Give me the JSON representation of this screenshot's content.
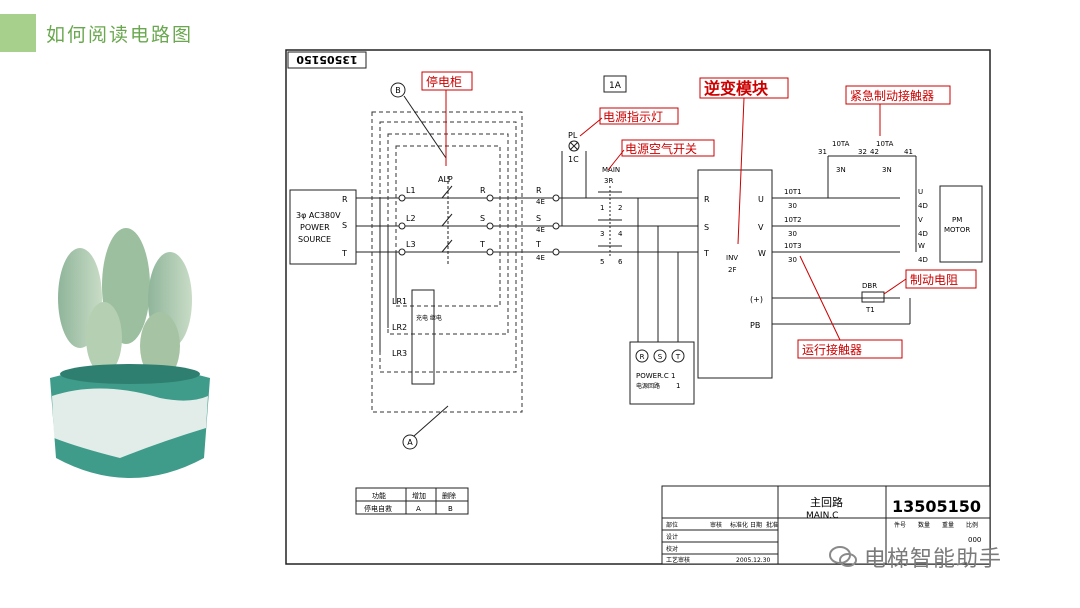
{
  "slide": {
    "title": "如何阅读电路图",
    "accent_color": "#a8d08d",
    "title_color": "#6aa84f",
    "decoration": "potted-cactus-watercolor"
  },
  "drawing": {
    "number_top": "13505150",
    "sheet_tag": "1A",
    "source": {
      "line1": "3φ AC380V",
      "line2": "POWER",
      "line3": "SOURCE"
    },
    "phases": [
      "R",
      "S",
      "T"
    ],
    "cabinet_lines": [
      "L1",
      "L2",
      "L3"
    ],
    "alp": "ALP",
    "bubble_top": "B",
    "bubble_bottom": "A",
    "terminals_4e": [
      "4E",
      "4E",
      "4E"
    ],
    "pl_label": "PL",
    "pl_code": "1C",
    "main_label": "MAIN",
    "main_code": "3R",
    "main_contacts": [
      "1",
      "2",
      "3",
      "4",
      "5",
      "6"
    ],
    "inv_label": "INV",
    "inv_code": "2F",
    "inv_inputs": [
      "R",
      "S",
      "T"
    ],
    "inv_outputs": [
      "U",
      "V",
      "W"
    ],
    "plus_terminal": "(+)",
    "pb_terminal": "PB",
    "lr": [
      "LR1",
      "LR2",
      "LR3"
    ],
    "lr_box_text": "充电\n继电",
    "powerc": {
      "circles": [
        "R",
        "S",
        "T"
      ],
      "line1": "POWER.C 1",
      "line2": "电源回路",
      "num": "1"
    },
    "contactors_10t": [
      "10T1",
      "10T2",
      "10T3"
    ],
    "code_30": [
      "30",
      "30",
      "30"
    ],
    "brake_10ta": [
      "10TA",
      "10TA"
    ],
    "brake_nodes": [
      "31",
      "32",
      "42",
      "41"
    ],
    "code_3n": [
      "3N",
      "3N"
    ],
    "motor_terms": [
      "U",
      "V",
      "W"
    ],
    "code_4d": [
      "4D",
      "4D",
      "4D"
    ],
    "motor": {
      "line1": "PM",
      "line2": "MOTOR"
    },
    "dbr": "DBR",
    "t1": "T1",
    "annotations": {
      "cabinet": "停电柜",
      "power_indicator": "电源指示灯",
      "air_switch": "电源空气开关",
      "inverter": "逆变模块",
      "brake_contactor": "紧急制动接触器",
      "brake_resistor": "制动电阻",
      "run_contactor": "运行接触器"
    },
    "annotation_color": "#cc0000",
    "legend": {
      "h1": "功能",
      "h2": "增加",
      "h3": "删除",
      "r1": "停电自救",
      "a": "A",
      "b": "B"
    },
    "title_block": {
      "name_cn": "主回路",
      "name_en": "MAIN.C",
      "number": "13505150",
      "sheet": "000",
      "date": "2005.12.30",
      "rows": [
        "部位",
        "设计",
        "校对",
        "工艺审核"
      ],
      "cols": [
        "审核",
        "标准化",
        "日期",
        "批准"
      ],
      "right_heads": [
        "件号",
        "数量",
        "重量",
        "比例"
      ]
    }
  },
  "watermark": {
    "text": "电梯智能助手",
    "icon": "wechat-icon"
  }
}
